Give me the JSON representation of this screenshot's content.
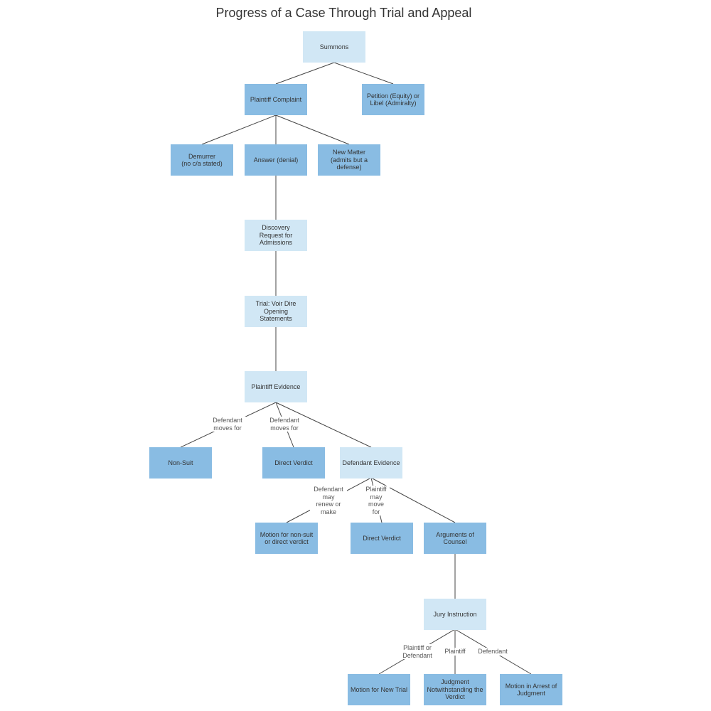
{
  "title": "Progress of a Case Through Trial and Appeal",
  "colors": {
    "light_node": "#d1e7f5",
    "dark_node": "#89bce3",
    "connector": "#444444"
  },
  "nodes": {
    "summons": "Summons",
    "plaintiff_complaint": "Plaintiff Complaint",
    "petition": "Petition (Equity) or\nLibel (Admiralty)",
    "demurrer": "Demurrer\n(no c/a stated)",
    "answer": "Answer (denial)",
    "new_matter": "New Matter\n(admits but a\ndefense)",
    "discovery": "Discovery\nRequest for\nAdmissions",
    "trial": "Trial: Voir Dire\nOpening Statements",
    "plaintiff_evidence": "Plaintiff Evidence",
    "non_suit": "Non-Suit",
    "direct_verdict_1": "Direct Verdict",
    "defendant_evidence": "Defendant Evidence",
    "motion_nonsuit": "Motion for non-suit\nor direct verdict",
    "direct_verdict_2": "Direct Verdict",
    "arguments": "Arguments of\nCounsel",
    "jury_instruction": "Jury Instruction",
    "motion_new_trial": "Motion for New Trial",
    "judgment_notwithstanding": "Judgment\nNotwithstanding the\nVerdict",
    "motion_arrest": "Motion in Arrest of\nJudgment"
  },
  "edge_labels": {
    "defendant_moves_1": "Defendant\nmoves for",
    "defendant_moves_2": "Defendant\nmoves for",
    "defendant_may_renew": "Defendant\nmay\nrenew or\nmake",
    "plaintiff_may_move": "Plaintiff\nmay\nmove\nfor",
    "plaintiff_or_defendant": "Plaintiff or\nDefendant",
    "plaintiff": "Plaintiff",
    "defendant": "Defendant"
  }
}
